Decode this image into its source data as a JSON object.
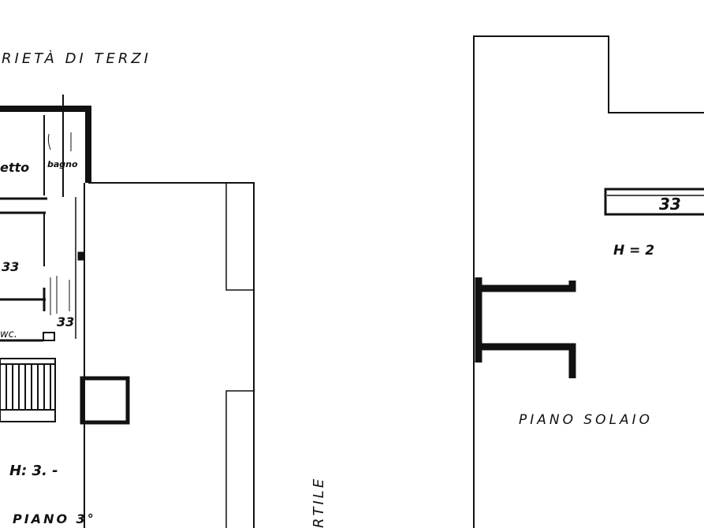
{
  "labels": {
    "property_of_others": "RIETÀ  DI  TERZI",
    "room_letto": "etto",
    "room_bagno": "bagno",
    "room_wc": "wc.",
    "num_33a": "33",
    "num_33b": "33",
    "height_third_floor": "H: 3. -",
    "floor_third": "PIANO   3°",
    "cortile": "RTILE",
    "height_attic": "H = 2",
    "attic_number": "33",
    "floor_attic": "PIANO  SOLAIO"
  }
}
